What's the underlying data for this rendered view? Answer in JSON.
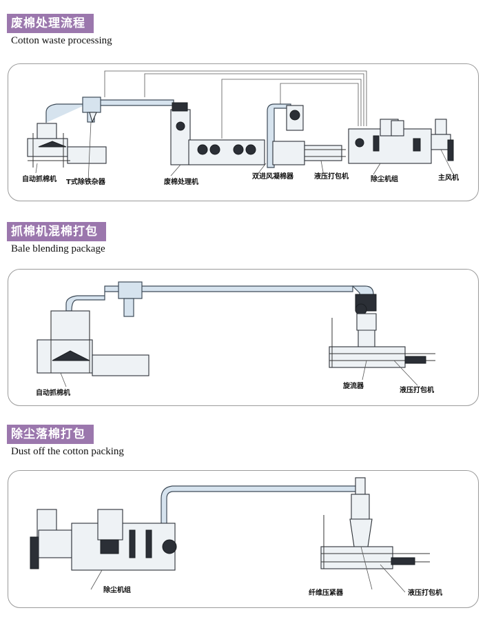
{
  "sections": [
    {
      "title_cn": "废棉处理流程",
      "title_en": "Cotton waste processing",
      "labels": [
        "自动抓棉机",
        "T式除铁杂器",
        "废棉处理机",
        "双进风凝棉器",
        "液压打包机",
        "除尘机组",
        "主风机"
      ]
    },
    {
      "title_cn": "抓棉机混棉打包",
      "title_en": "Bale blending package",
      "labels": [
        "自动抓棉机",
        "旋流器",
        "液压打包机"
      ]
    },
    {
      "title_cn": "除尘落棉打包",
      "title_en": "Dust off the cotton packing",
      "labels": [
        "除尘机组",
        "纤维压紧器",
        "液压打包机"
      ]
    }
  ]
}
